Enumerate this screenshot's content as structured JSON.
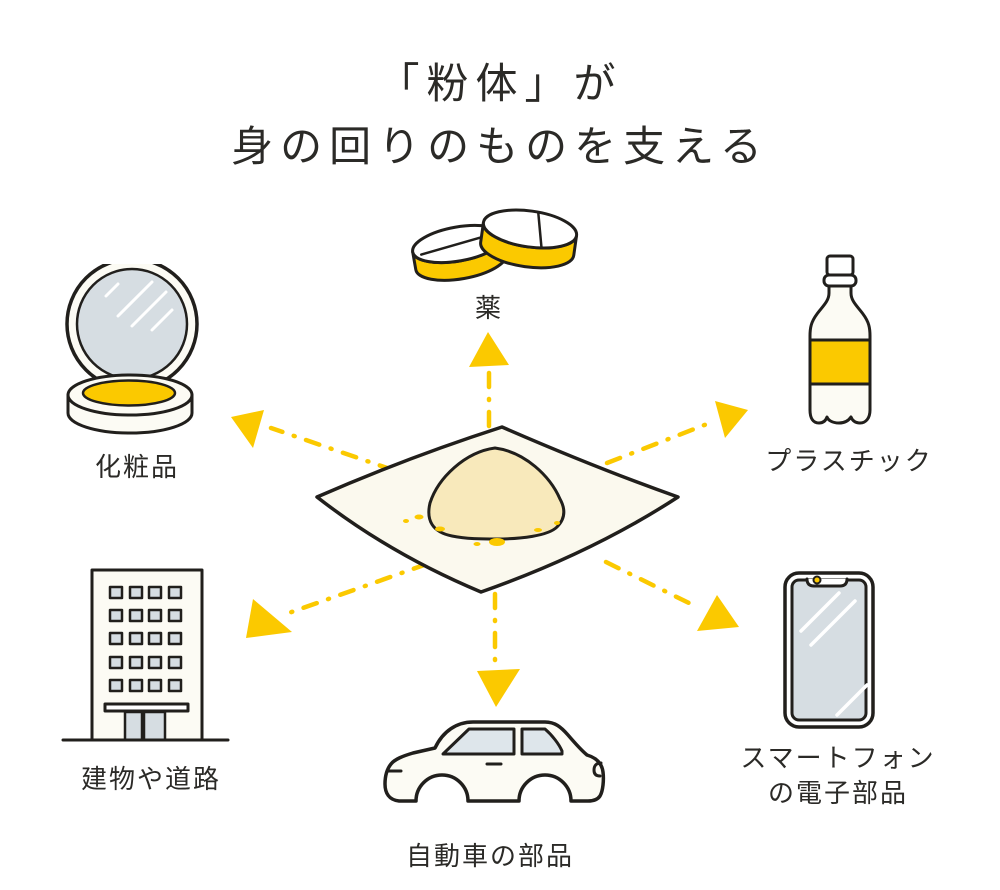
{
  "title": {
    "line1": "「粉体」が",
    "line2": "身の回りのものを支える"
  },
  "center": {
    "icon": "powder-on-paper-icon"
  },
  "arrows": {
    "style": "yellow dash-dot with solid triangle heads",
    "directions": [
      "up",
      "upper-left",
      "upper-right",
      "lower-left",
      "lower-right",
      "down"
    ]
  },
  "items": {
    "medicine": {
      "label": "薬",
      "icon": "tablets-icon"
    },
    "cosmetics": {
      "label": "化粧品",
      "icon": "compact-mirror-icon"
    },
    "plastic": {
      "label": "プラスチック",
      "icon": "plastic-bottle-icon"
    },
    "building": {
      "label": "建物や道路",
      "icon": "building-icon"
    },
    "car": {
      "label": "自動車の部品",
      "icon": "car-icon"
    },
    "smartphone": {
      "label_line1": "スマートフォン",
      "label_line2": "の電子部品",
      "icon": "smartphone-icon"
    }
  },
  "colors": {
    "accent": "#FBC900",
    "outline": "#211F1C",
    "paper": "#FBF9EE",
    "powder": "#F8E9BB",
    "glass": "#D6DDE2",
    "window": "#DEE6EB",
    "offwhite": "#FCFBF4",
    "text": "#2B2A27"
  }
}
